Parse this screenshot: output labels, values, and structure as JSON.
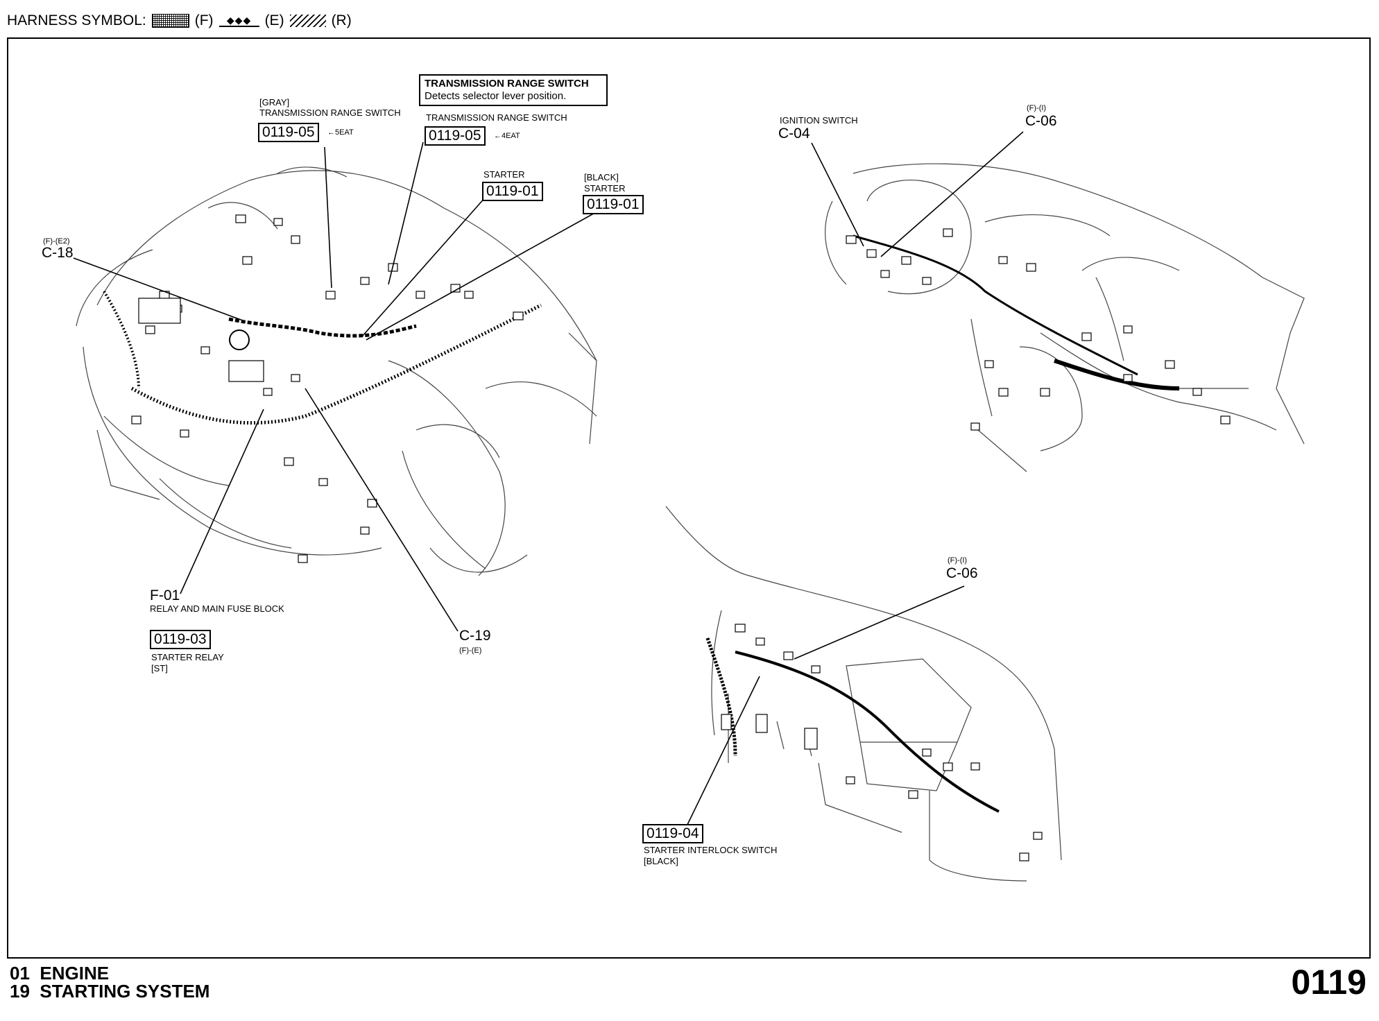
{
  "legend": {
    "prefix": "HARNESS SYMBOL:",
    "f": "(F)",
    "e_symbol": "◆◆◆",
    "e": "(E)",
    "r": "(R)"
  },
  "tooltip": {
    "title": "TRANSMISSION RANGE SWITCH",
    "desc": "Detects selector lever position."
  },
  "callouts": {
    "trs_gray_color": "[GRAY]",
    "trs_gray_name": "TRANSMISSION RANGE SWITCH",
    "trs_gray_code": "0119-05",
    "trs_gray_variant": "←5EAT",
    "trs_name": "TRANSMISSION RANGE SWITCH",
    "trs_code": "0119-05",
    "trs_variant": "←4EAT",
    "starter_name": "STARTER",
    "starter_code": "0119-01",
    "starter_black_color": "[BLACK]",
    "starter_black_name": "STARTER",
    "starter_black_code": "0119-01",
    "c18_harness": "(F)-(E2)",
    "c18_id": "C-18",
    "f01_id": "F-01",
    "f01_name": "RELAY AND MAIN FUSE BLOCK",
    "relay_code": "0119-03",
    "relay_name": "STARTER RELAY",
    "relay_sub": "[ST]",
    "c19_id": "C-19",
    "c19_harness": "(F)-(E)",
    "ign_name": "IGNITION SWITCH",
    "ign_id": "C-04",
    "c06a_harness": "(F)-(I)",
    "c06a_id": "C-06",
    "c06b_harness": "(F)-(I)",
    "c06b_id": "C-06",
    "interlock_code": "0119-04",
    "interlock_name": "STARTER INTERLOCK SWITCH",
    "interlock_sub": "[BLACK]"
  },
  "footer": {
    "line1_num": "01",
    "line1_text": "ENGINE",
    "line2_num": "19",
    "line2_text": "STARTING SYSTEM",
    "page": "0119"
  }
}
